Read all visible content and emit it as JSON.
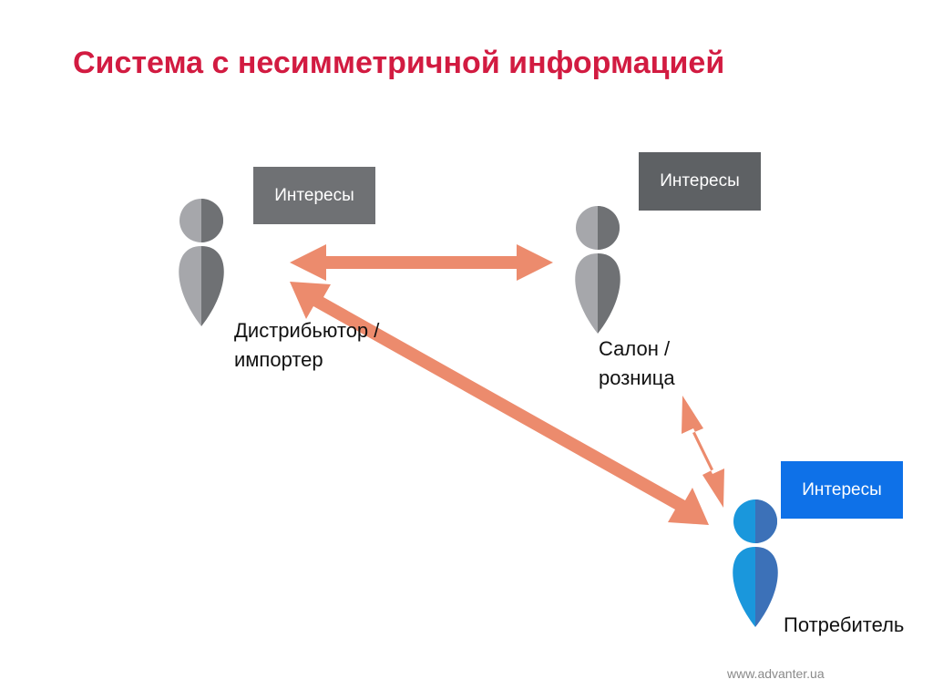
{
  "title": "Система с несимметричной информацией",
  "actors": {
    "distributor": {
      "interest_label": "Интересы",
      "name_line1": "Дистрибьютор /",
      "name_line2": "импортер",
      "color_light": "#a6a7ab",
      "color_dark": "#6f7174",
      "box_color": "#6f7174"
    },
    "salon": {
      "interest_label": "Интересы",
      "name_line1": "Салон /",
      "name_line2": "розница",
      "color_light": "#a6a7ab",
      "color_dark": "#6f7174",
      "box_color": "#5e6164"
    },
    "consumer": {
      "interest_label": "Интересы",
      "name": "Потребитель",
      "color_light": "#1a97dc",
      "color_dark": "#3c71b8",
      "box_color": "#0e71e8"
    }
  },
  "arrow_color": "#ec8b6d",
  "footer": "www.advanter.ua"
}
